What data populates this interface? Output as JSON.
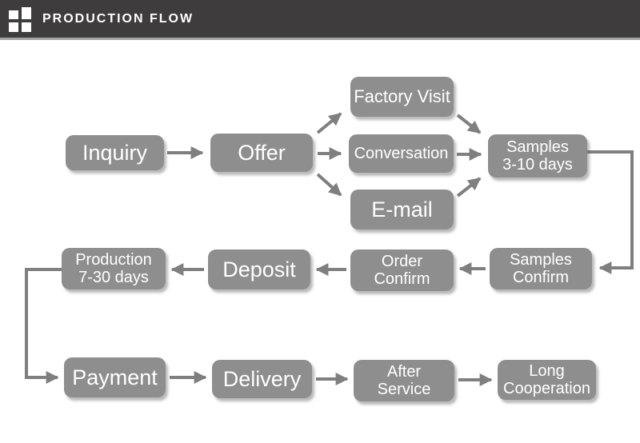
{
  "header": {
    "title": "PRODUCTION FLOW",
    "icon": "grid-squares-icon"
  },
  "colors": {
    "header_bg": "#3e3c3d",
    "header_text": "#ffffff",
    "header_underline": "#a5a2a3",
    "node_bg": "#8e8e8e",
    "node_text": "#ffffff",
    "arrow": "#7f7f7f",
    "page_bg": "#ffffff"
  },
  "flowchart": {
    "nodes": [
      {
        "id": "inquiry",
        "label": "Inquiry"
      },
      {
        "id": "offer",
        "label": "Offer"
      },
      {
        "id": "factory-visit",
        "label": "Factory Visit"
      },
      {
        "id": "conversation",
        "label": "Conversation"
      },
      {
        "id": "email",
        "label": "E-mail"
      },
      {
        "id": "samples-lead-time",
        "label": "Samples\n3-10 days"
      },
      {
        "id": "samples-confirm",
        "label": "Samples\nConfirm"
      },
      {
        "id": "order-confirm",
        "label": "Order\nConfirm"
      },
      {
        "id": "deposit",
        "label": "Deposit"
      },
      {
        "id": "production-lead-time",
        "label": "Production\n7-30 days"
      },
      {
        "id": "payment",
        "label": "Payment"
      },
      {
        "id": "delivery",
        "label": "Delivery"
      },
      {
        "id": "after-service",
        "label": "After\nService"
      },
      {
        "id": "long-cooperation",
        "label": "Long\nCooperation"
      }
    ],
    "edges": [
      {
        "from": "inquiry",
        "to": "offer"
      },
      {
        "from": "offer",
        "to": "factory-visit"
      },
      {
        "from": "offer",
        "to": "conversation"
      },
      {
        "from": "offer",
        "to": "email"
      },
      {
        "from": "factory-visit",
        "to": "samples-lead-time"
      },
      {
        "from": "conversation",
        "to": "samples-lead-time"
      },
      {
        "from": "email",
        "to": "samples-lead-time"
      },
      {
        "from": "samples-lead-time",
        "to": "samples-confirm"
      },
      {
        "from": "samples-confirm",
        "to": "order-confirm"
      },
      {
        "from": "order-confirm",
        "to": "deposit"
      },
      {
        "from": "deposit",
        "to": "production-lead-time"
      },
      {
        "from": "production-lead-time",
        "to": "payment"
      },
      {
        "from": "payment",
        "to": "delivery"
      },
      {
        "from": "delivery",
        "to": "after-service"
      },
      {
        "from": "after-service",
        "to": "long-cooperation"
      }
    ]
  }
}
